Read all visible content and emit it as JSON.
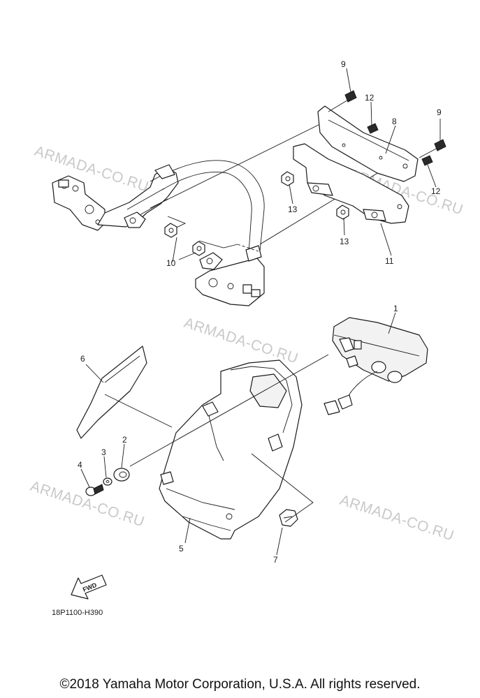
{
  "watermarks": [
    "ARMADA-CO.RU",
    "ARMADA-CO.RU",
    "ARMADA-CO.RU",
    "ARMADA-CO.RU",
    "ARMADA-CO.RU"
  ],
  "callouts": {
    "c1": "1",
    "c2": "2",
    "c3": "3",
    "c4": "4",
    "c5": "5",
    "c6": "6",
    "c7": "7",
    "c8": "8",
    "c9a": "9",
    "c9b": "9",
    "c10": "10",
    "c11": "11",
    "c12a": "12",
    "c12b": "12",
    "c13a": "13",
    "c13b": "13"
  },
  "fwd_label": "FWD",
  "diagram_code": "18P1100-H390",
  "copyright": "©2018 Yamaha Motor Corporation, U.S.A. All rights reserved.",
  "icons": [
    "fwd-arrow-icon"
  ]
}
